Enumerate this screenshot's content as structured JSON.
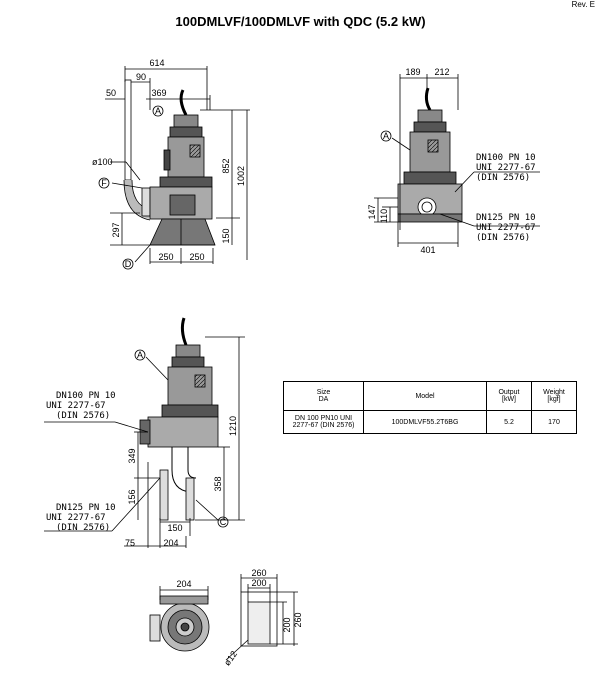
{
  "header": {
    "rev": "Rev. E",
    "title": "100DMLVF/100DMLVF with QDC (5.2 kW)"
  },
  "views": {
    "side": {
      "dims": [
        "614",
        "90",
        "50",
        "369",
        "ø100",
        "852",
        "1002",
        "297",
        "150",
        "250",
        "250"
      ],
      "markers": [
        "A",
        "F",
        "D"
      ]
    },
    "front": {
      "dims": [
        "189",
        "212",
        "147",
        "110",
        "401"
      ],
      "markers": [
        "A"
      ],
      "notes": [
        [
          "DN100 PN 10",
          "UNI 2277-67",
          "(DIN 2576)"
        ],
        [
          "DN125 PN 10",
          "UNI 2277-67",
          "(DIN 2576)"
        ]
      ]
    },
    "qdc": {
      "dims": [
        "1210",
        "349",
        "156",
        "358",
        "150",
        "75",
        "204"
      ],
      "markers": [
        "A",
        "C"
      ],
      "notes": [
        [
          "DN100 PN 10",
          "UNI 2277-67",
          "(DIN 2576)"
        ],
        [
          "DN125 PN 10",
          "UNI 2277-67",
          "(DIN 2576)"
        ]
      ]
    },
    "top": {
      "dims": [
        "204",
        "260",
        "200",
        "200",
        "260",
        "ø12"
      ]
    }
  },
  "table": {
    "headers": [
      [
        "Size",
        "DA"
      ],
      [
        "Model"
      ],
      [
        "Output",
        "[kW]"
      ],
      [
        "Weight",
        "[kgf]"
      ]
    ],
    "row": {
      "size": [
        "DN 100 PN10 UNI",
        "2277-67 (DIN 2576)"
      ],
      "model": "100DMLVF55.2T6BG",
      "output": "5.2",
      "weight": "170"
    }
  },
  "colors": {
    "line": "#000000",
    "pump_dark": "#4a4a4a",
    "pump_mid": "#8a8a8a",
    "pump_light": "#c8c8c8"
  }
}
